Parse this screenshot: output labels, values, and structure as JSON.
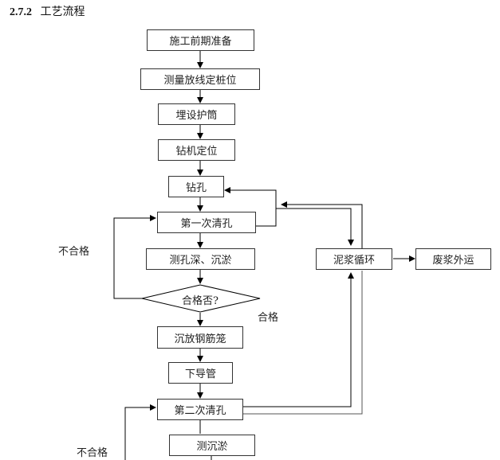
{
  "heading": {
    "number": "2.7.2",
    "title": "工艺流程"
  },
  "nodes": {
    "prep": "施工前期准备",
    "survey": "测量放线定桩位",
    "casing": "埋设护筒",
    "rig": "钻机定位",
    "drill": "钻孔",
    "clean1": "第一次清孔",
    "measure_depth": "测孔深、沉淤",
    "decision": "合格否?",
    "cage": "沉放钢筋笼",
    "pipe": "下导管",
    "clean2": "第二次清孔",
    "measure_silt": "测沉淤",
    "mud_cycle": "泥浆循环",
    "waste": "废浆外运"
  },
  "labels": {
    "fail_1": "不合格",
    "pass": "合格",
    "fail_2": "不合格"
  }
}
